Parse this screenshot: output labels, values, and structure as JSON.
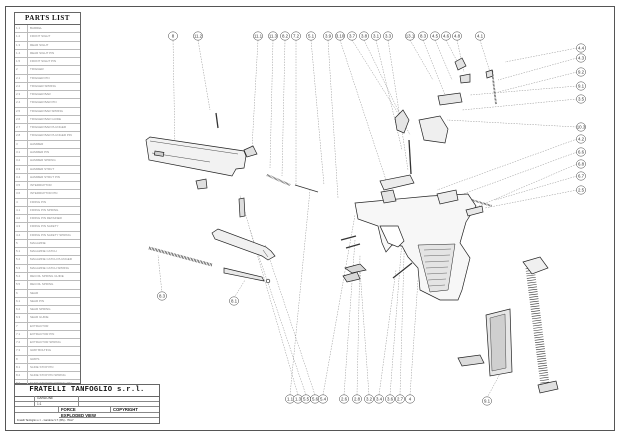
{
  "parts_list": {
    "title": "PARTS LIST",
    "rows": [
      {
        "n": "1.1",
        "t": "BARREL"
      },
      {
        "n": "1.2",
        "t": "FRONT SIGHT"
      },
      {
        "n": "1.3",
        "t": "REAR SIGHT"
      },
      {
        "n": "1.4",
        "t": "REAR SIGHT PIN"
      },
      {
        "n": "1.5",
        "t": "FRONT SIGHT PIN"
      },
      {
        "n": "2",
        "t": "TRIGGER"
      },
      {
        "n": "2.1",
        "t": "TRIGGER PIN"
      },
      {
        "n": "2.2",
        "t": "TRIGGER SPRING"
      },
      {
        "n": "2.3",
        "t": "TRIGGER BAR"
      },
      {
        "n": "2.4",
        "t": "TRIGGER BAR PIN"
      },
      {
        "n": "2.5",
        "t": "TRIGGER BAR SPRING"
      },
      {
        "n": "2.6",
        "t": "TRIGGER BAR GUIDE"
      },
      {
        "n": "2.7",
        "t": "TRIGGER BAR PLUNGER"
      },
      {
        "n": "2.8",
        "t": "TRIGGER BAR PLUNGER PIN"
      },
      {
        "n": "3",
        "t": "HAMMER"
      },
      {
        "n": "3.1",
        "t": "HAMMER PIN"
      },
      {
        "n": "3.2",
        "t": "HAMMER SPRING"
      },
      {
        "n": "3.3",
        "t": "HAMMER STRUT"
      },
      {
        "n": "3.4",
        "t": "HAMMER STRUT PIN"
      },
      {
        "n": "3.5",
        "t": "INTERRUPTOR"
      },
      {
        "n": "3.6",
        "t": "INTERRUPTOR PIN"
      },
      {
        "n": "4",
        "t": "FIRING PIN"
      },
      {
        "n": "4.1",
        "t": "FIRING PIN SPRING"
      },
      {
        "n": "4.2",
        "t": "FIRING PIN RETAINER"
      },
      {
        "n": "4.3",
        "t": "FIRING PIN SAFETY"
      },
      {
        "n": "4.4",
        "t": "FIRING PIN SAFETY SPRING"
      },
      {
        "n": "5",
        "t": "MAGAZINE"
      },
      {
        "n": "5.1",
        "t": "MAGAZINE CATCH"
      },
      {
        "n": "5.2",
        "t": "MAGAZINE CATCH PLUNGER"
      },
      {
        "n": "5.3",
        "t": "MAGAZINE CATCH SPRING"
      },
      {
        "n": "5.4",
        "t": "RECOIL SPRING GUIDE"
      },
      {
        "n": "5.5",
        "t": "RECOIL SPRING"
      },
      {
        "n": "6",
        "t": "SEAR"
      },
      {
        "n": "6.1",
        "t": "SEAR PIN"
      },
      {
        "n": "6.2",
        "t": "SEAR SPRING"
      },
      {
        "n": "6.3",
        "t": "SEAR GUIDE"
      },
      {
        "n": "7",
        "t": "EXTRACTOR"
      },
      {
        "n": "7.1",
        "t": "EXTRACTOR PIN"
      },
      {
        "n": "7.2",
        "t": "EXTRACTOR SPRING"
      },
      {
        "n": "7.3",
        "t": "GRIP BOLTING"
      },
      {
        "n": "8",
        "t": "GRIPS"
      },
      {
        "n": "8.1",
        "t": "SLIDE STOP PIN"
      },
      {
        "n": "8.2",
        "t": "SLIDE STOP PIN SPRING"
      },
      {
        "n": "8.3",
        "t": "SLIDE STOP PIN SPRING PIN"
      },
      {
        "n": "9",
        "t": "FRAME"
      }
    ]
  },
  "title_block": {
    "company": "FRATELLI TANFOGLIO s.r.l.",
    "r1a": "",
    "r1b": "GARDONE",
    "r1c": "",
    "r2a": "",
    "r2b": "1:1",
    "r2c": "",
    "model": "FORCE",
    "drawn": "COPYRIGHT",
    "view": "EXPLODED VIEW",
    "footer": "Fratelli Tanfoglio s.r.l. - Gardone V.T. (BS) - ITALY"
  },
  "callouts": {
    "top": [
      "8",
      "11.2",
      "11.1",
      "11.3",
      "8.2",
      "7.2",
      "5.1",
      "3.9",
      "3.10",
      "3.7",
      "3.8",
      "3.1",
      "3.3",
      "13.1",
      "8.3",
      "4.5",
      "4.6",
      "4.8",
      "4.1"
    ],
    "right": [
      "4.4",
      "4.3",
      "9.2",
      "9.1",
      "3.5",
      "10.3",
      "4.2",
      "6.6",
      "6.8",
      "6.7",
      "2.5"
    ],
    "bottom": [
      "1.1",
      "1.3",
      "5.5",
      "5.6",
      "5.4",
      "2.6",
      "2.8",
      "3.2",
      "3.4",
      "3.6",
      "2.7",
      "4"
    ],
    "left": [
      "8.3",
      "8.1"
    ],
    "magazine": "9.1"
  }
}
